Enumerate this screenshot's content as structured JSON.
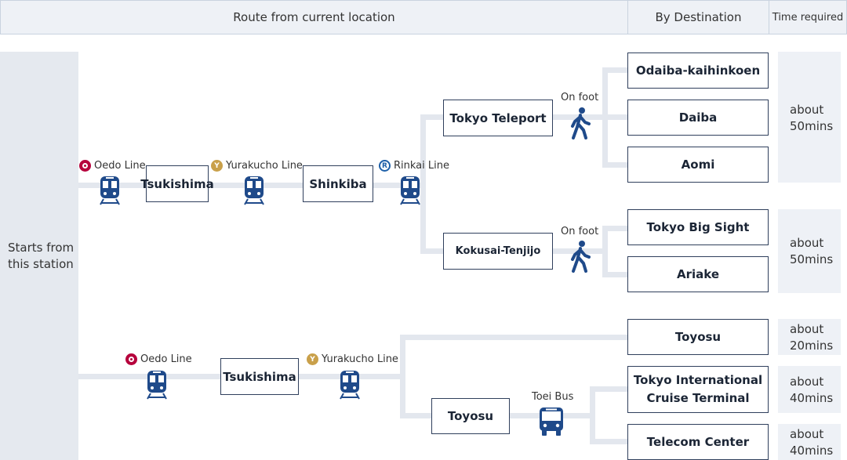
{
  "header": {
    "route": "Route from current location",
    "by_destination": "By Destination",
    "time_required": "Time required"
  },
  "start": {
    "label": "Starts from this station"
  },
  "lines": {
    "oedo": "Oedo Line",
    "yurakucho": "Yurakucho Line",
    "rinkai": "Rinkai Line",
    "toei_bus": "Toei Bus",
    "on_foot": "On foot"
  },
  "stations": {
    "tsukishima": "Tsukishima",
    "shinkiba": "Shinkiba",
    "tokyo_teleport": "Tokyo Teleport",
    "kokusai_tenjijo": "Kokusai-Tenjijo",
    "toyosu": "Toyosu"
  },
  "destinations": {
    "odaiba": "Odaiba-kaihinkoen",
    "daiba": "Daiba",
    "aomi": "Aomi",
    "big_sight": "Tokyo Big Sight",
    "ariake": "Ariake",
    "toyosu": "Toyosu",
    "cruise_1": "Tokyo International",
    "cruise_2": "Cruise Terminal",
    "telecom": "Telecom Center"
  },
  "times": {
    "about": "about",
    "m50": "50mins",
    "m20": "20mins",
    "m40": "40mins"
  },
  "colors": {
    "oedo": "#b6003c",
    "yurakucho": "#c9a04a",
    "rinkai": "#1d5fa8",
    "icon": "#1f4a8a"
  }
}
